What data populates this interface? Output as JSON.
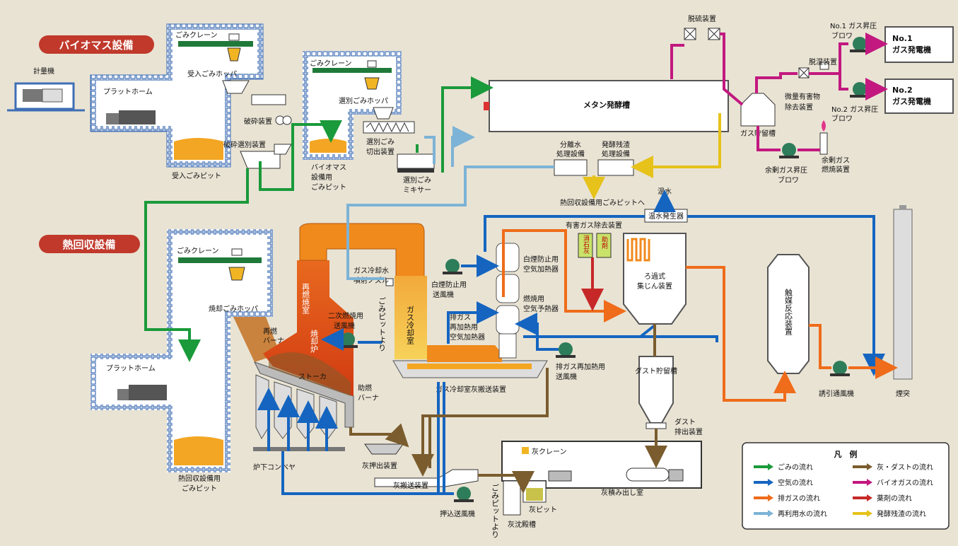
{
  "sections": {
    "biomass": "バイオマス設備",
    "heat": "熱回収設備"
  },
  "labels": {
    "scale": "計量機",
    "platform1": "プラットホーム",
    "crane1": "ごみクレーン",
    "hopper1": "受入ごみホッパ",
    "pit1": "受入ごみピット",
    "crusher": "破砕装置",
    "crush_sort": "破砕選別装置",
    "crane2": "ごみクレーン",
    "sort_hopper": "選別ごみホッパ",
    "sort_cut_1": "選別ごみ",
    "sort_cut_2": "切出装置",
    "bio_pit_1": "バイオマス",
    "bio_pit_2": "設備用",
    "bio_pit_3": "ごみピット",
    "mixer_1": "選別ごみ",
    "mixer_2": "ミキサー",
    "methane": "メタン発酵槽",
    "desulf": "脱硫装置",
    "dehydr": "脱湿装置",
    "trace_1": "微量有害物",
    "trace_2": "除去装置",
    "holder": "ガス貯留槽",
    "blower1": "No.1 ガス昇圧",
    "blower1b": "ブロワ",
    "blower2": "No.2 ガス昇圧",
    "blower2b": "ブロワ",
    "gen1_1": "No.1",
    "gen1_2": "ガス発電機",
    "gen2_1": "No.2",
    "gen2_2": "ガス発電機",
    "surplus_blower_1": "余剰ガス昇圧",
    "surplus_blower_2": "ブロワ",
    "surplus_burn_1": "余剰ガス",
    "surplus_burn_2": "燃焼装置",
    "water_treat_1": "分離水",
    "water_treat_2": "処理設備",
    "residue_treat_1": "発酵残渣",
    "residue_treat_2": "処理設備",
    "to_pit": "熱回収設備用ごみピットへ",
    "hot_water": "温水",
    "hot_water_gen": "温水発生器",
    "crane3": "ごみクレーン",
    "hopper3": "焼却ごみホッパ",
    "platform2": "プラットホーム",
    "pit3_1": "熱回収設備用",
    "pit3_2": "ごみピット",
    "reburn_chamber": "再燃焼室",
    "furnace": "焼却炉",
    "stoker": "ストーカ",
    "reburn_burner_1": "再燃",
    "reburn_burner_2": "バーナ",
    "aux_burner_1": "助燃",
    "aux_burner_2": "バーナ",
    "secondary_fan_1": "二次燃焼用",
    "secondary_fan_2": "送風機",
    "from_pit": "ごみピットより",
    "spray_1": "ガス冷却水",
    "spray_2": "噴射ノズル",
    "cooling": "ガス冷却室",
    "cooling_conv": "ガス冷却室灰搬送装置",
    "white_fan_1": "白煙防止用",
    "white_fan_2": "送風機",
    "white_heater_1": "白煙防止用",
    "white_heater_2": "空気加熱器",
    "comb_heater_1": "燃焼用",
    "comb_heater_2": "空気予熱器",
    "reheat_1": "排ガス",
    "reheat_2": "再加熱用",
    "reheat_3": "空気加熱器",
    "reheat_fan_1": "排ガス再加熱用",
    "reheat_fan_2": "送風機",
    "harmful": "有害ガス除去装置",
    "lime": "消石灰",
    "aid": "助剤",
    "bag_1": "ろ過式",
    "bag_2": "集じん装置",
    "catalyst": "触媒反応装置",
    "idf": "誘引通風機",
    "stack": "煙突",
    "dust_tank": "ダスト貯留槽",
    "dust_out_1": "ダスト",
    "dust_out_2": "排出装置",
    "under_conv": "炉下コンベヤ",
    "ash_push": "灰押出装置",
    "ash_conv": "灰搬送装置",
    "push_fan": "押込送風機",
    "from_pit2": "ごみピットより",
    "ash_crane": "灰クレーン",
    "ash_pit": "灰ピット",
    "ash_settle": "灰沈殿槽",
    "ash_load": "灰積み出し室"
  },
  "legend": {
    "title": "凡　例",
    "items": [
      {
        "label": "ごみの流れ",
        "color": "#1a9a3a"
      },
      {
        "label": "空気の流れ",
        "color": "#1565c0"
      },
      {
        "label": "排ガスの流れ",
        "color": "#ef6c1a"
      },
      {
        "label": "再利用水の流れ",
        "color": "#7db3d6"
      },
      {
        "label": "灰・ダストの流れ",
        "color": "#7a5c2e"
      },
      {
        "label": "バイオガスの流れ",
        "color": "#c2187f"
      },
      {
        "label": "薬剤の流れ",
        "color": "#c62828"
      },
      {
        "label": "発酵残渣の流れ",
        "color": "#e6c21a"
      }
    ]
  },
  "colors": {
    "waste": "#1a9a3a",
    "air": "#1565c0",
    "gas": "#ef6c1a",
    "water": "#7db3d6",
    "ash": "#7a5c2e",
    "biogas": "#c2187f",
    "chem": "#c62828",
    "residue": "#e6c21a",
    "duct": "#f08a1c",
    "section": "#c0392b"
  }
}
